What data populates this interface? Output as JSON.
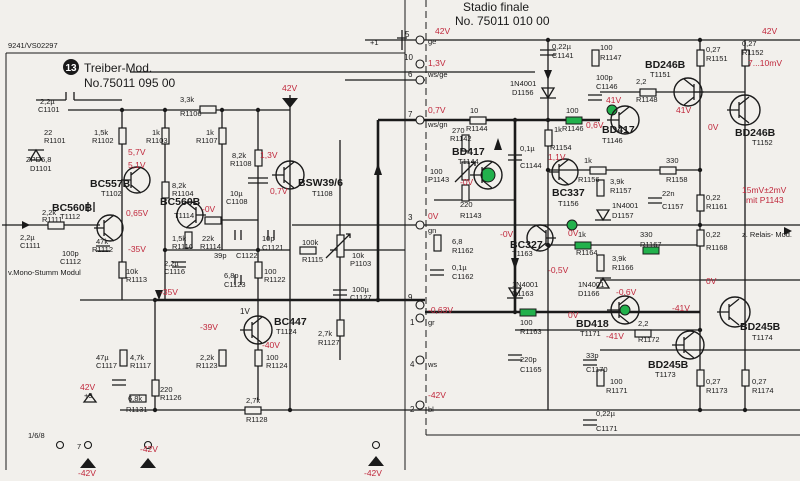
{
  "title_driver": {
    "badge": "13",
    "name": "Treiber-Mod.",
    "number": "No.75011 095 00"
  },
  "title_final": {
    "name": "Stadio finale",
    "number": "No. 75011 010 00"
  },
  "doc_ref": "9241/VS02297",
  "footer_ref": "1/6/8",
  "connector_label": "v.Mono-Stumm Modul",
  "relay_label": "z. Relais- Mod.",
  "setting_note": {
    "line1": "15mV±2mV",
    "line2": "mit P1143"
  },
  "pins": [
    {
      "num": "5",
      "label": "ge"
    },
    {
      "num": "6",
      "label": "ws/ge"
    },
    {
      "num": "7",
      "label": "ws/gn"
    },
    {
      "num": "3",
      "label": "gn"
    },
    {
      "num": "1",
      "label": "gr"
    },
    {
      "num": "4",
      "label": "ws"
    },
    {
      "num": "2",
      "label": "bl"
    },
    {
      "num": "10",
      "label": ""
    },
    {
      "num": "9",
      "label": ""
    },
    {
      "num": "+1",
      "label": ""
    },
    {
      "num": "+9",
      "label": ""
    },
    {
      "num": "7",
      "label": ""
    },
    {
      "num": "4",
      "label": ""
    },
    {
      "num": "1",
      "label": ""
    },
    {
      "num": "2",
      "label": ""
    }
  ],
  "voltages": {
    "v42_top": "42V",
    "v42_right": "42V",
    "v13_top": "1,3V",
    "v07_top": "0,7V",
    "v0_top": "0V",
    "vm063": "-0,63V",
    "vm42_bottom": "-42V",
    "v57": "5,7V",
    "v51": "5,1V",
    "v13": "1,3V",
    "v07": "0,7V",
    "v065": "0,65V",
    "vm0_a": "-0V",
    "vm35": "-35V",
    "vm35b": "-35V",
    "vm39": "-39V",
    "vm40": "-40V",
    "v1": "1V",
    "v42_t1108": "42V",
    "v41": "41V",
    "v06": "0,6V",
    "v41b": "41V",
    "v0_t1152": "0V",
    "v11": "1,1V",
    "v7_10": "7...10mV",
    "vm0_b": "-0V",
    "vm05": "-0,5V",
    "v0_c": "0V",
    "vm06": "-0,6V",
    "vm41": "-41V",
    "vm41b": "-41V",
    "v0_d": "0V",
    "v0_e": "0V",
    "v42_left": "42V",
    "vm42_left": "-42V",
    "vm42_b2": "-42V",
    "vm42_b3": "-42V",
    "vm07": "-0V"
  },
  "transistors": [
    {
      "type": "BC557B",
      "ref": "T1102"
    },
    {
      "type": "BC560B",
      "ref": "T1112"
    },
    {
      "type": "BC560B",
      "ref": "T1114"
    },
    {
      "type": "BSW39/6",
      "ref": "T1108"
    },
    {
      "type": "BC447",
      "ref": "T1124"
    },
    {
      "type": "BD417",
      "ref": "T1144"
    },
    {
      "type": "BD417",
      "ref": "T1146"
    },
    {
      "type": "BC337",
      "ref": "T1156"
    },
    {
      "type": "BC327",
      "ref": "T1163"
    },
    {
      "type": "BD418",
      "ref": "T1171"
    },
    {
      "type": "BD246B",
      "ref": "T1151"
    },
    {
      "type": "BD246B",
      "ref": "T1152"
    },
    {
      "type": "BD245B",
      "ref": "T1173"
    },
    {
      "type": "BD245B",
      "ref": "T1174"
    }
  ],
  "components": [
    {
      "v": "2,2µ",
      "r": "C1101"
    },
    {
      "v": "22",
      "r": "R1101"
    },
    {
      "v": "ZPD6,8",
      "r": "D1101"
    },
    {
      "v": "1,5k",
      "r": "R1102"
    },
    {
      "v": "1k",
      "r": "R1103"
    },
    {
      "v": "3,3k",
      "r": "R1106"
    },
    {
      "v": "1k",
      "r": "R1107"
    },
    {
      "v": "8,2k",
      "r": "R1108"
    },
    {
      "v": "8,2k",
      "r": "R1104"
    },
    {
      "v": "10µ",
      "r": "C1108"
    },
    {
      "v": "2,2k",
      "r": "R1111"
    },
    {
      "v": "2,2µ",
      "r": "C1111"
    },
    {
      "v": "100p",
      "r": "C1112"
    },
    {
      "v": "47k",
      "r": "R1112"
    },
    {
      "v": "10k",
      "r": "R1113"
    },
    {
      "v": "1,5k",
      "r": "R1116"
    },
    {
      "v": "22k",
      "r": "R1114"
    },
    {
      "v": "2,2µ",
      "r": "C1116"
    },
    {
      "v": "39p",
      "r": "C1122"
    },
    {
      "v": "10p",
      "r": "C1121"
    },
    {
      "v": "100k",
      "r": "R1115"
    },
    {
      "v": "10k",
      "r": "P1103"
    },
    {
      "v": "6,8p",
      "r": "C1123"
    },
    {
      "v": "100",
      "r": "R1122"
    },
    {
      "v": "100µ",
      "r": "C1127"
    },
    {
      "v": "2,7k",
      "r": "R1127"
    },
    {
      "v": "47µ",
      "r": "C1117"
    },
    {
      "v": "4,7k",
      "r": "R1117"
    },
    {
      "v": "2,2k",
      "r": "R1123"
    },
    {
      "v": "100",
      "r": "R1124"
    },
    {
      "v": "220",
      "r": "R1126"
    },
    {
      "v": "6,8k",
      "r": "R1131"
    },
    {
      "v": "2,7k",
      "r": "R1128"
    },
    {
      "v": "0,22µ",
      "r": "C1141"
    },
    {
      "v": "100",
      "r": "R1147"
    },
    {
      "v": "100p",
      "r": "C1146"
    },
    {
      "v": "2,2",
      "r": "R1148"
    },
    {
      "v": "0,27",
      "r": "R1151"
    },
    {
      "v": "0,27",
      "r": "R1152"
    },
    {
      "v": "1N4001",
      "r": "D1156"
    },
    {
      "v": "10",
      "r": "R1144"
    },
    {
      "v": "270",
      "r": "R1142"
    },
    {
      "v": "100",
      "r": "R1146"
    },
    {
      "v": "1k",
      "r": "R1154"
    },
    {
      "v": "100",
      "r": "P1143"
    },
    {
      "v": "0,1µ",
      "r": "C1144"
    },
    {
      "v": "220",
      "r": "R1143"
    },
    {
      "v": "1k",
      "r": "R1156"
    },
    {
      "v": "330",
      "r": "R1158"
    },
    {
      "v": "3,9k",
      "r": "R1157"
    },
    {
      "v": "1N4001",
      "r": "D1157"
    },
    {
      "v": "22n",
      "r": "C1157"
    },
    {
      "v": "0,22",
      "r": "R1161"
    },
    {
      "v": "6,8",
      "r": "R1162"
    },
    {
      "v": "0,1µ",
      "r": "C1162"
    },
    {
      "v": "1k",
      "r": "R1164"
    },
    {
      "v": "330",
      "r": "R1167"
    },
    {
      "v": "0,22",
      "r": "R1168"
    },
    {
      "v": "1N4001",
      "r": "D1163"
    },
    {
      "v": "1N4001",
      "r": "D1166"
    },
    {
      "v": "3,9k",
      "r": "R1166"
    },
    {
      "v": "100",
      "r": "R1163"
    },
    {
      "v": "2,2",
      "r": "R1172"
    },
    {
      "v": "220p",
      "r": "C1165"
    },
    {
      "v": "33p",
      "r": "C1170"
    },
    {
      "v": "100",
      "r": "R1171"
    },
    {
      "v": "0,27",
      "r": "R1173"
    },
    {
      "v": "0,27",
      "r": "R1174"
    },
    {
      "v": "0,22µ",
      "r": "C1171"
    }
  ]
}
